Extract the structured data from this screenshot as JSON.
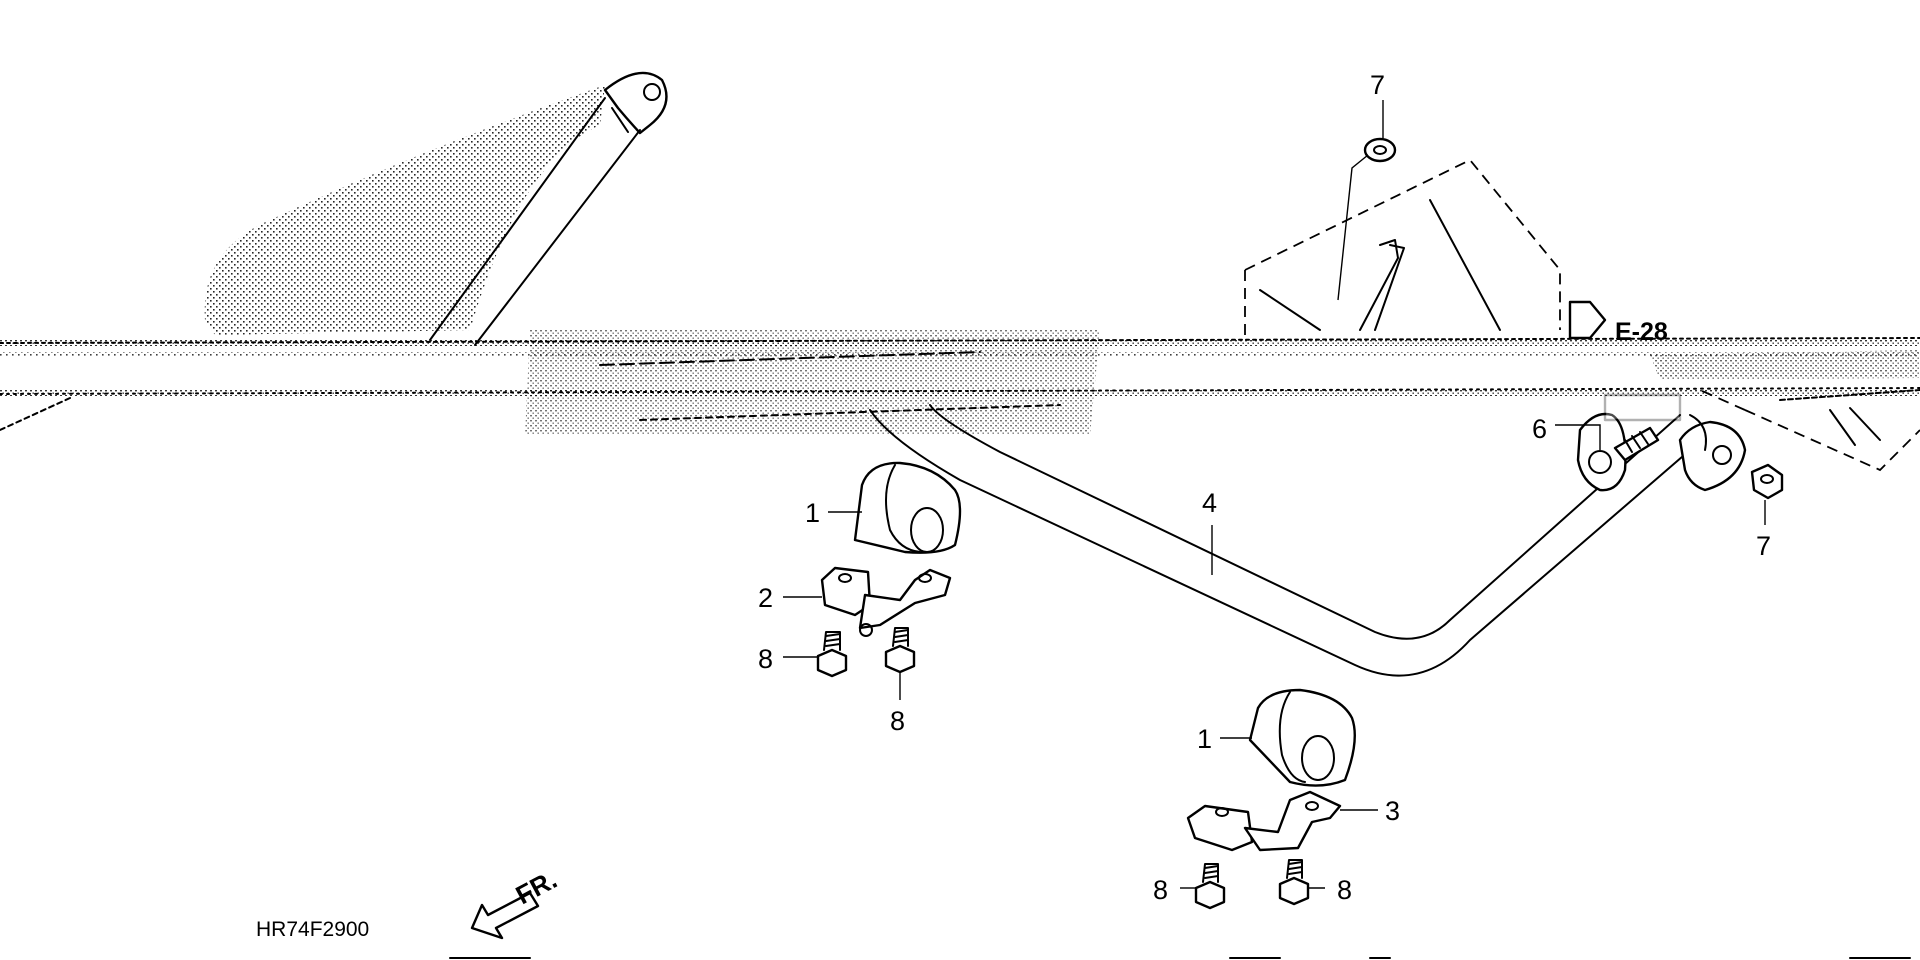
{
  "diagram_code": "HR74F2900",
  "direction_label": "FR.",
  "reference_label": "E-28",
  "callouts": {
    "bushing_left": "1",
    "bushing_right": "1",
    "holder_left": "2",
    "holder_right": "3",
    "stabilizer_bar": "4",
    "link_bolt": "6",
    "nut_top": "7",
    "nut_right": "7",
    "bolt_left_a": "8",
    "bolt_left_b": "8",
    "bolt_right_a": "8",
    "bolt_right_b": "8"
  }
}
